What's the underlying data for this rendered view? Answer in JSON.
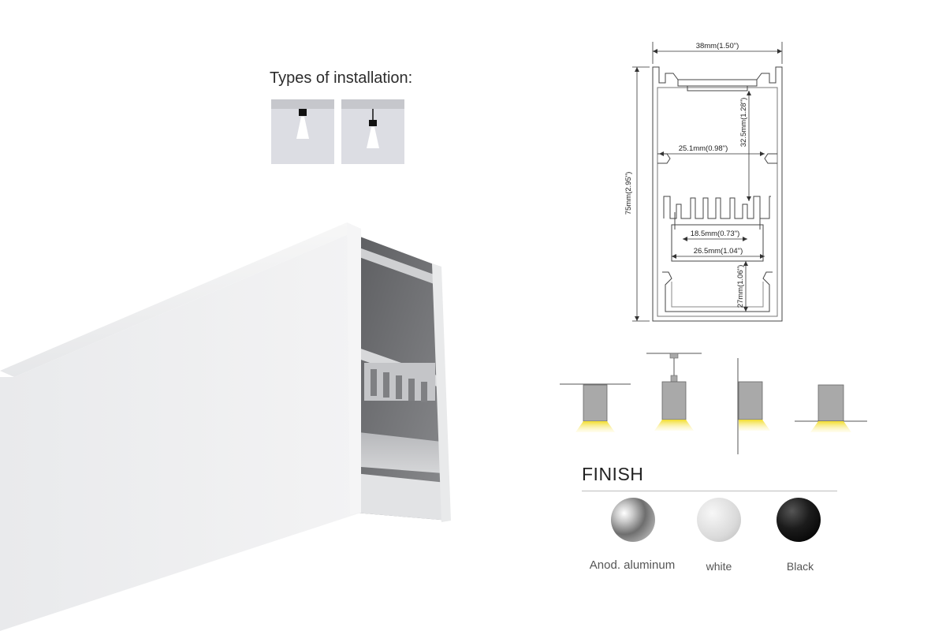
{
  "installation": {
    "title": "Types of installation:"
  },
  "dimensions": {
    "width": "38mm(1.50\")",
    "height": "75mm(2.95\")",
    "upper_chamber": "32.5mm(1.28\")",
    "inner_width": "25.1mm(0.98\")",
    "slot_width": "18.5mm(0.73\")",
    "cover_width": "26.5mm(1.04\")",
    "lower_chamber": "27mm(1.06\")"
  },
  "finish": {
    "title": "FINISH",
    "options": [
      {
        "label": "Anod. aluminum",
        "color": "#9a9a9a"
      },
      {
        "label": "white",
        "color": "#e3e3e3"
      },
      {
        "label": "Black",
        "color": "#1a1a1a"
      }
    ]
  },
  "colors": {
    "light_beam": "#f4e34a",
    "fixture": "#a9a9a9",
    "line": "#555555"
  }
}
